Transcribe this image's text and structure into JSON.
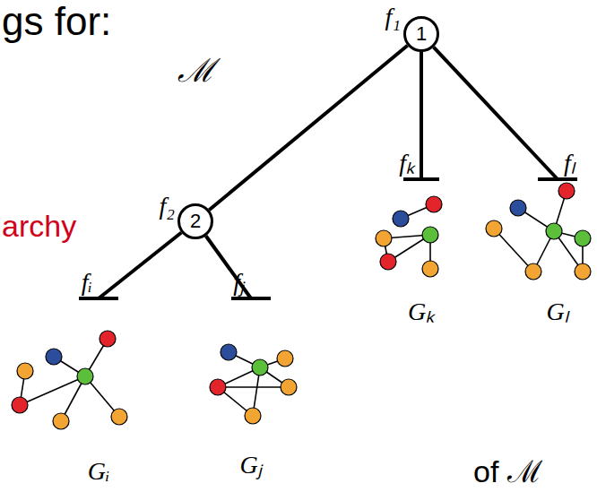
{
  "diagram": {
    "nodes": [
      {
        "text": [
          "1",
          "f₁"
        ]
      },
      {
        "text": [
          "2",
          "f₂"
        ]
      },
      {
        "text": [
          "fᵢ",
          "Gᵢ"
        ]
      },
      {
        "text": [
          "fⱼ",
          "Gⱼ"
        ]
      },
      {
        "text": [
          "fₖ",
          "Gₖ"
        ]
      },
      {
        "text": [
          "fₗ",
          "Gₗ"
        ]
      }
    ],
    "edges": [
      {
        "from": 0,
        "to": 1,
        "arrow": "none"
      },
      {
        "from": 0,
        "to": 4,
        "arrow": "none"
      },
      {
        "from": 0,
        "to": 5,
        "arrow": "none"
      },
      {
        "from": 1,
        "to": 2,
        "arrow": "none"
      },
      {
        "from": 1,
        "to": 3,
        "arrow": "none"
      }
    ],
    "labels": [
      "gs for:",
      "ℳ",
      "archy",
      "of ℳ"
    ]
  }
}
